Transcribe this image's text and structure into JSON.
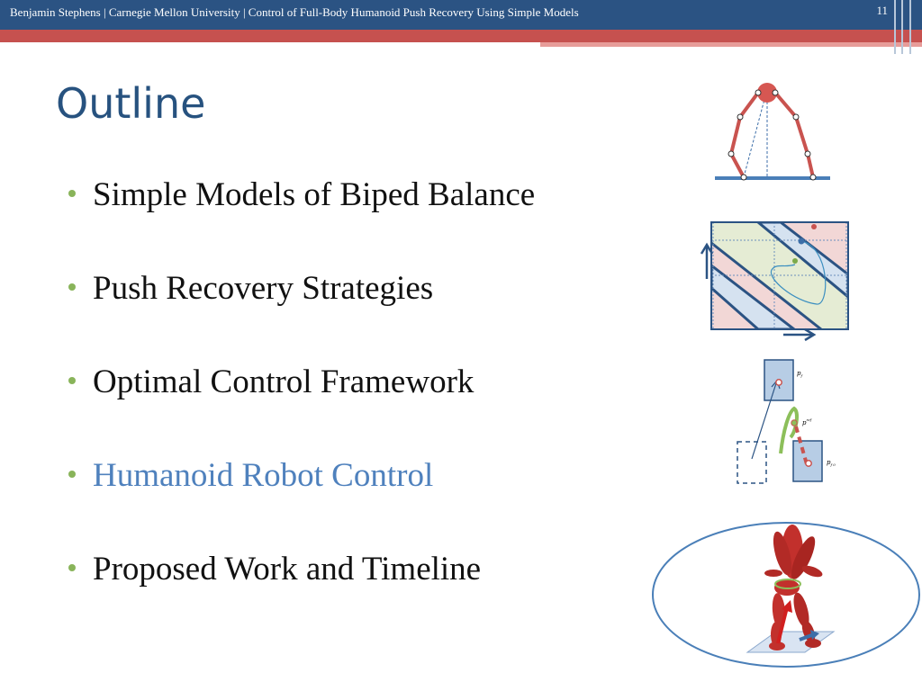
{
  "header": {
    "text": "Benjamin Stephens | Carnegie Mellon University | Control of Full-Body Humanoid Push Recovery Using Simple Models",
    "slide_number": "11"
  },
  "title": "Outline",
  "items": [
    {
      "label": "Simple Models of Biped Balance",
      "active": false
    },
    {
      "label": "Push Recovery Strategies",
      "active": false
    },
    {
      "label": "Optimal Control Framework",
      "active": false
    },
    {
      "label": "Humanoid Robot Control",
      "active": true
    },
    {
      "label": "Proposed Work and Timeline",
      "active": false
    }
  ],
  "figure_labels": {
    "pf": "p",
    "pf_sub": "f",
    "pref": "p",
    "pref_sup": "ref",
    "pf0": "p",
    "pf0_sub": "f 0"
  },
  "colors": {
    "header": "#2b5383",
    "stripe": "#c6514f",
    "title": "#27527f",
    "bullet": "#89b45a",
    "active_item": "#4f81bd"
  }
}
